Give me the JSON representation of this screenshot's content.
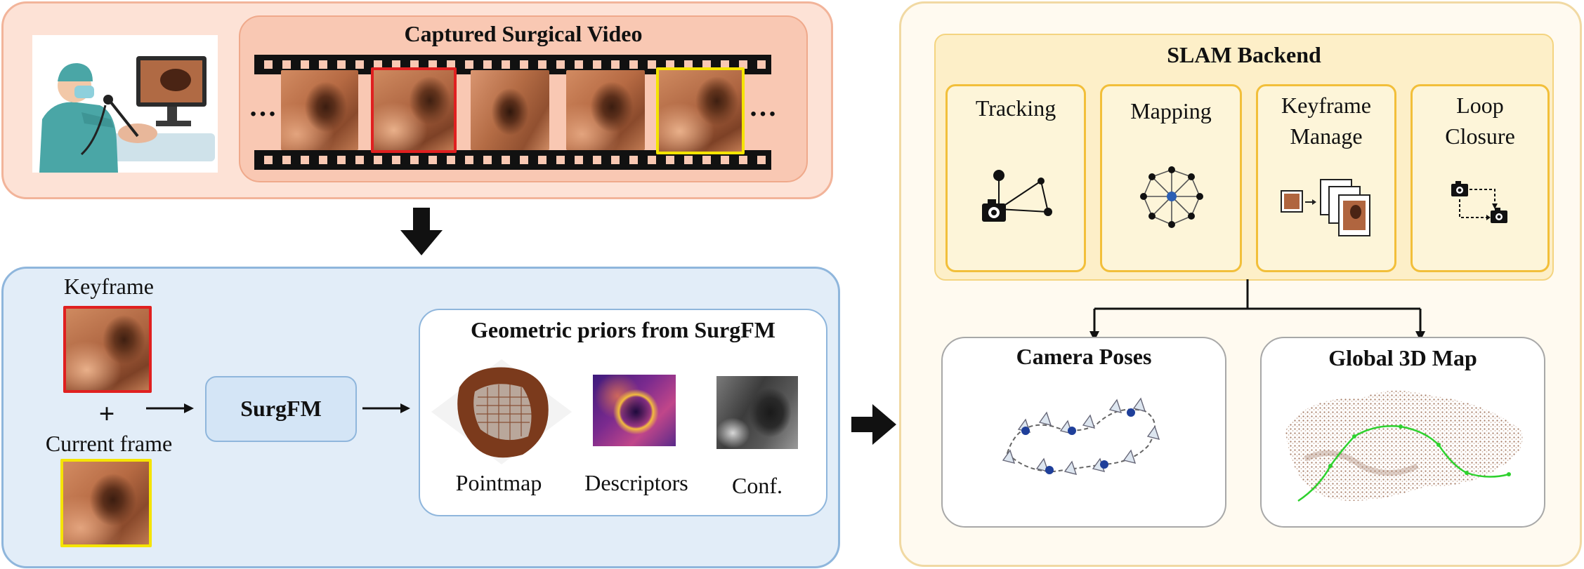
{
  "video": {
    "title": "Captured Surgical Video",
    "ellipsis_left": "…",
    "ellipsis_right": "…"
  },
  "encoder": {
    "keyframe_label": "Keyframe",
    "plus": "+",
    "current_label": "Current frame",
    "model_label": "SurgFM",
    "priors_title": "Geometric priors from SurgFM",
    "outputs": {
      "pointmap": "Pointmap",
      "descriptors": "Descriptors",
      "conf": "Conf."
    }
  },
  "backend": {
    "title": "SLAM Backend",
    "modules": {
      "tracking": "Tracking",
      "mapping": "Mapping",
      "keyframe_line1": "Keyframe",
      "keyframe_line2": "Manage",
      "loop_line1": "Loop",
      "loop_line2": "Closure"
    },
    "outputs": {
      "camera_poses": "Camera Poses",
      "global_map": "Global 3D Map"
    }
  },
  "colors": {
    "video_panel_fill": "#fde2d6",
    "video_panel_border": "#f2b49a",
    "encoder_panel_fill": "#e2edf8",
    "encoder_panel_border": "#8fb6dc",
    "backend_panel_fill": "#fffaf0",
    "backend_panel_border": "#f1d9a3",
    "module_card_border": "#f2bf3a",
    "keyframe_highlight": "#e02020",
    "current_frame_highlight": "#f5e400"
  }
}
